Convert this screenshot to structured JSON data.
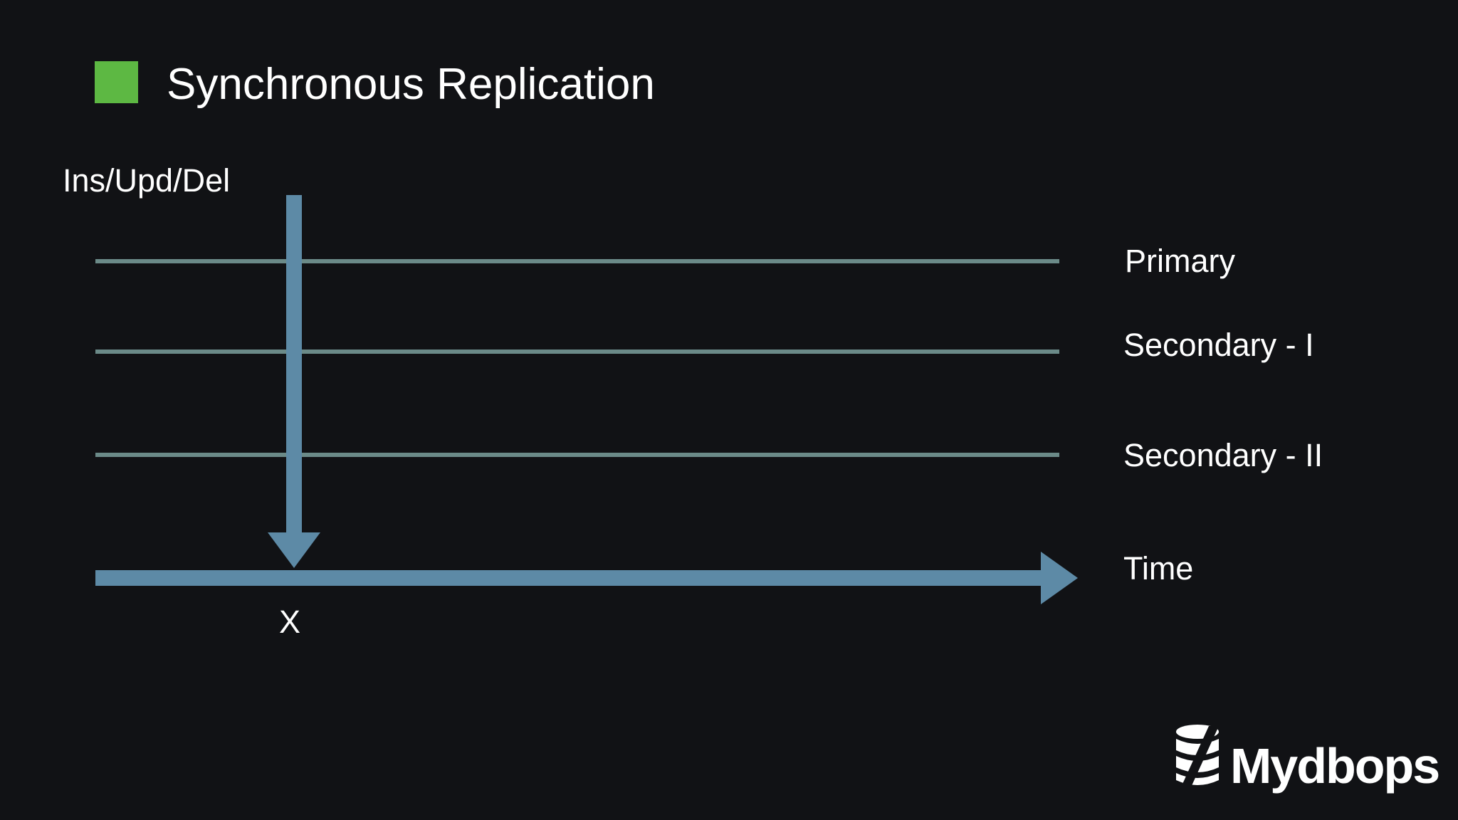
{
  "slide": {
    "title": "Synchronous Replication",
    "title_marker_color": "#5db843"
  },
  "diagram": {
    "operation_label": "Ins/Upd/Del",
    "nodes": [
      {
        "label": "Primary"
      },
      {
        "label": "Secondary - I"
      },
      {
        "label": "Secondary - II"
      }
    ],
    "time_axis_label": "Time",
    "event_marker_label": "X",
    "colors": {
      "node_line": "#6b8a88",
      "arrow": "#5d8aa6"
    },
    "icons": {
      "write_arrow": "arrow-down-icon",
      "time_arrow": "arrow-right-icon"
    }
  },
  "brand": {
    "name": "Mydbops",
    "icon": "database-logo-icon"
  }
}
